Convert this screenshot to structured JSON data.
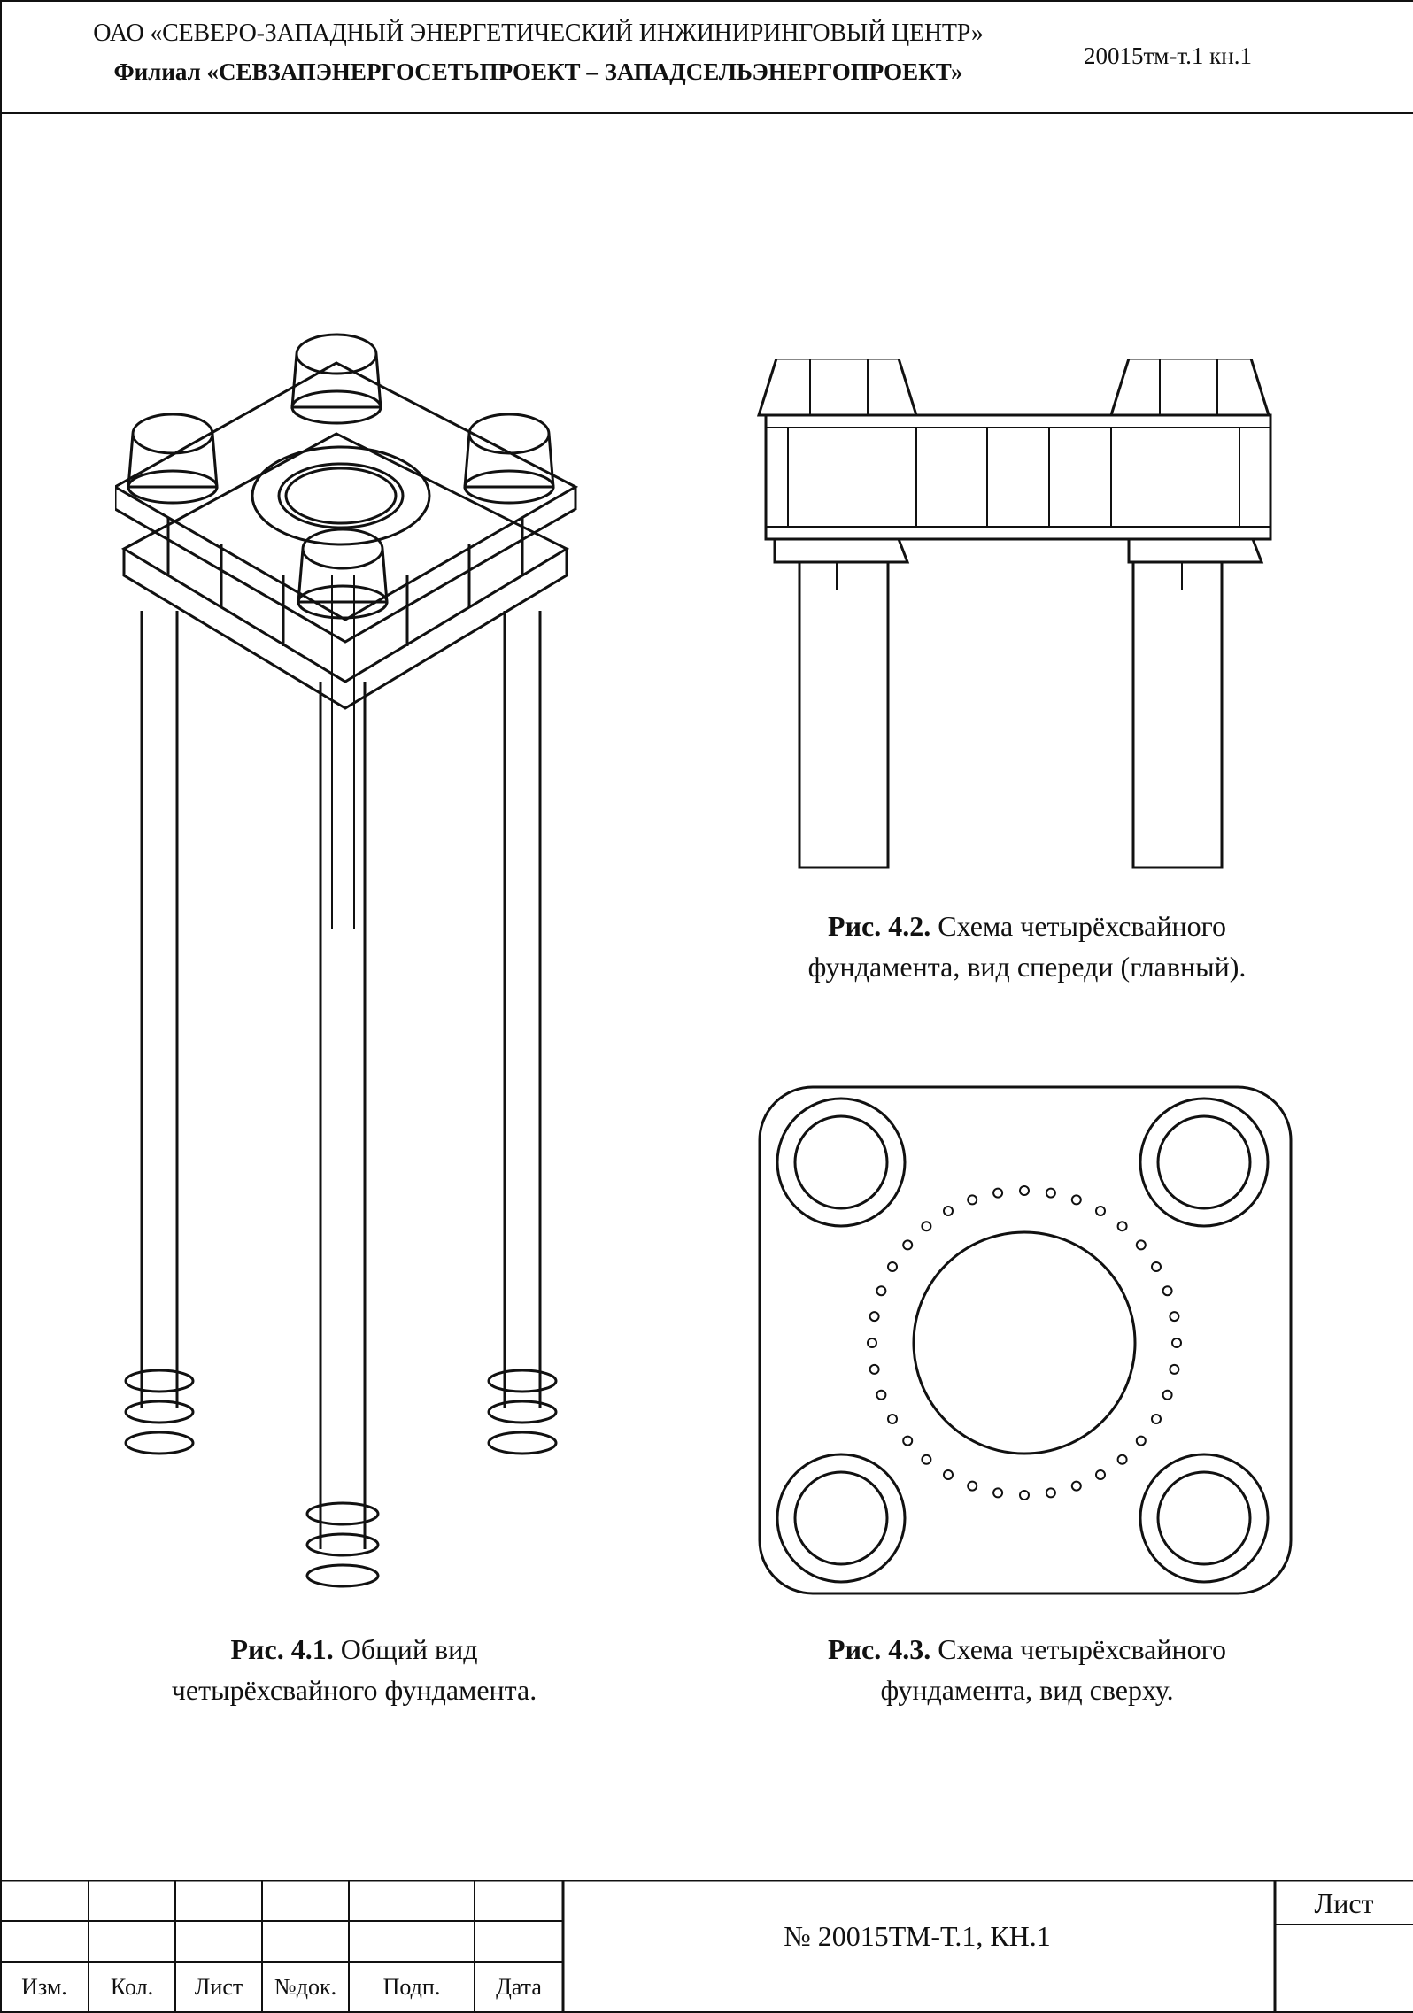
{
  "header": {
    "org_line1": "ОАО «СЕВЕРО-ЗАПАДНЫЙ ЭНЕРГЕТИЧЕСКИЙ ИНЖИНИРИНГОВЫЙ ЦЕНТР»",
    "org_line2": "Филиал «СЕВЗАПЭНЕРГОСЕТЬПРОЕКТ – ЗАПАДСЕЛЬЭНЕРГОПРОЕКТ»",
    "doc_code": "20015тм-т.1 кн.1"
  },
  "figures": {
    "fig1": {
      "number": "Рис. 4.1.",
      "text_line1": "Общий вид",
      "text_line2": "четырёхсвайного фундамента."
    },
    "fig2": {
      "number": "Рис. 4.2.",
      "text_line1": "Схема четырёхсвайного",
      "text_line2": "фундамента, вид спереди (главный)."
    },
    "fig3": {
      "number": "Рис. 4.3.",
      "text_line1": "Схема четырёхсвайного",
      "text_line2": "фундамента, вид сверху."
    }
  },
  "stamp": {
    "columns": [
      "Изм.",
      "Кол.",
      "Лист",
      "№док.",
      "Подп.",
      "Дата"
    ],
    "sheet_code": "№ 20015ТМ-Т.1, КН.1",
    "list_label": "Лист"
  }
}
